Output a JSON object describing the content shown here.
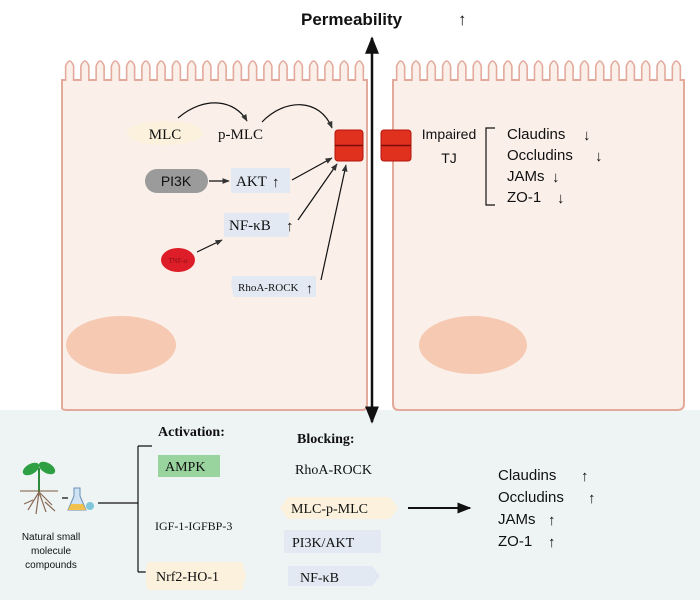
{
  "title": "Permeability",
  "arrows": {
    "up": "↑",
    "down": "↓"
  },
  "left_cell": {
    "mlc": "MLC",
    "p_mlc": "p-MLC",
    "pi3k": "PI3K",
    "akt": "AKT",
    "nfkb": "NF-κB",
    "tnf": "TNF-α",
    "rhoa_rock": "RhoA-ROCK"
  },
  "right_cell": {
    "impaired_line1": "Impaired",
    "impaired_line2": "TJ",
    "proteins": [
      "Claudins",
      "Occludins",
      "JAMs",
      "ZO-1"
    ]
  },
  "bottom": {
    "activation_label": "Activation:",
    "blocking_label": "Blocking:",
    "compound_lines": [
      "Natural small",
      "molecule",
      "compounds"
    ],
    "activation_items": [
      "AMPK",
      "IGF-1-IGFBP-3",
      "Nrf2-HO-1"
    ],
    "blocking_items": [
      "RhoA-ROCK",
      "MLC-p-MLC",
      "PI3K/AKT",
      "NF-κB"
    ],
    "outcome_proteins": [
      "Claudins",
      "Occludins",
      "JAMs",
      "ZO-1"
    ]
  },
  "colors": {
    "background": "#ffffff",
    "panel": "#eef4f4",
    "cell_fill": "#fbefe9",
    "cell_stroke": "#e3aa9c",
    "nucleus": "#f6c9b2",
    "tight_junction": "#e0301e",
    "tnf_red": "#dd1e28",
    "pill_blue": "#e2e9f3",
    "pill_cream": "#fbf1dc",
    "pill_gray": "#9b9b9b",
    "ampk_green": "#99d49f"
  }
}
